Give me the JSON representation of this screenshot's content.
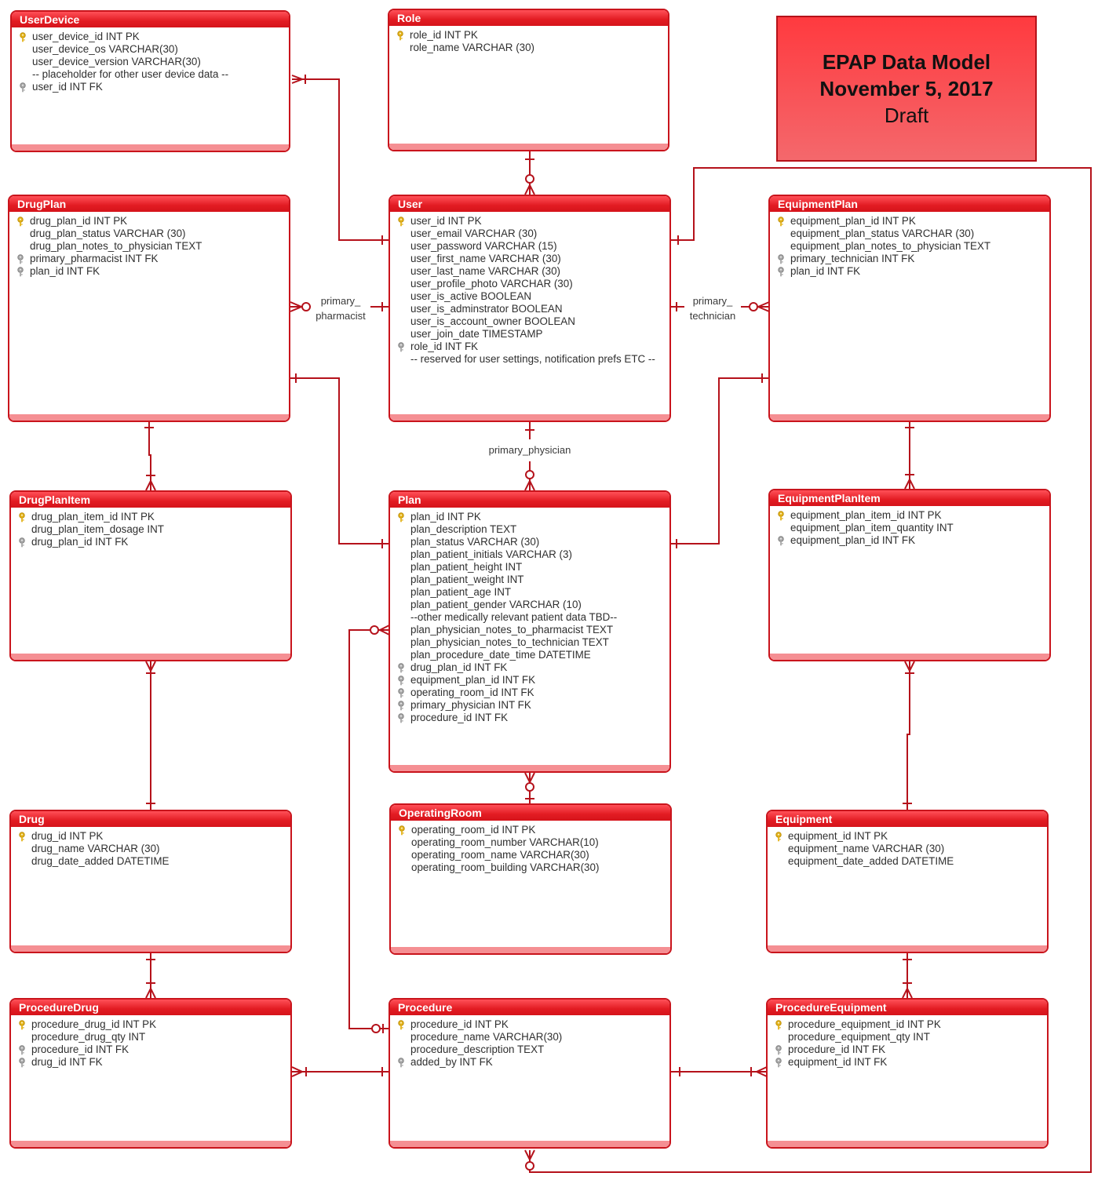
{
  "title": {
    "line1": "EPAP Data Model",
    "line2": "November 5, 2017",
    "line3": "Draft"
  },
  "relationship_labels": {
    "primary_pharmacist_1": "primary_",
    "primary_pharmacist_2": "pharmacist",
    "primary_technician_1": "primary_",
    "primary_technician_2": "technician",
    "primary_physician": "primary_physician"
  },
  "entities": {
    "userdevice": {
      "name": "UserDevice",
      "fields": [
        {
          "text": "user_device_id INT PK",
          "key": "pk"
        },
        {
          "text": "user_device_os VARCHAR(30)",
          "key": ""
        },
        {
          "text": "user_device_version VARCHAR(30)",
          "key": ""
        },
        {
          "text": "-- placeholder for other user device data --",
          "key": ""
        },
        {
          "text": "user_id INT FK",
          "key": "fk"
        }
      ]
    },
    "role": {
      "name": "Role",
      "fields": [
        {
          "text": "role_id INT PK",
          "key": "pk"
        },
        {
          "text": "role_name VARCHAR (30)",
          "key": ""
        }
      ]
    },
    "drugplan": {
      "name": "DrugPlan",
      "fields": [
        {
          "text": "drug_plan_id INT PK",
          "key": "pk"
        },
        {
          "text": "drug_plan_status VARCHAR (30)",
          "key": ""
        },
        {
          "text": "drug_plan_notes_to_physician TEXT",
          "key": ""
        },
        {
          "text": "primary_pharmacist INT FK",
          "key": "fk"
        },
        {
          "text": "plan_id INT FK",
          "key": "fk"
        }
      ]
    },
    "user": {
      "name": "User",
      "fields": [
        {
          "text": "user_id INT PK",
          "key": "pk"
        },
        {
          "text": "user_email VARCHAR (30)",
          "key": ""
        },
        {
          "text": "user_password VARCHAR (15)",
          "key": ""
        },
        {
          "text": "user_first_name VARCHAR (30)",
          "key": ""
        },
        {
          "text": "user_last_name VARCHAR (30)",
          "key": ""
        },
        {
          "text": "user_profile_photo VARCHAR (30)",
          "key": ""
        },
        {
          "text": "user_is_active BOOLEAN",
          "key": ""
        },
        {
          "text": "user_is_adminstrator BOOLEAN",
          "key": ""
        },
        {
          "text": "user_is_account_owner BOOLEAN",
          "key": ""
        },
        {
          "text": "user_join_date TIMESTAMP",
          "key": ""
        },
        {
          "text": "role_id INT FK",
          "key": "fk"
        },
        {
          "text": "-- reserved for user settings, notification prefs ETC --",
          "key": ""
        }
      ]
    },
    "equipmentplan": {
      "name": "EquipmentPlan",
      "fields": [
        {
          "text": "equipment_plan_id INT PK",
          "key": "pk"
        },
        {
          "text": "equipment_plan_status VARCHAR (30)",
          "key": ""
        },
        {
          "text": "equipment_plan_notes_to_physician TEXT",
          "key": ""
        },
        {
          "text": "primary_technician INT FK",
          "key": "fk"
        },
        {
          "text": "plan_id INT FK",
          "key": "fk"
        }
      ]
    },
    "drugplanitem": {
      "name": "DrugPlanItem",
      "fields": [
        {
          "text": "drug_plan_item_id INT PK",
          "key": "pk"
        },
        {
          "text": "drug_plan_item_dosage INT",
          "key": ""
        },
        {
          "text": "drug_plan_id INT FK",
          "key": "fk"
        }
      ]
    },
    "plan": {
      "name": "Plan",
      "fields": [
        {
          "text": "plan_id INT PK",
          "key": "pk"
        },
        {
          "text": "plan_description TEXT",
          "key": ""
        },
        {
          "text": "plan_status VARCHAR (30)",
          "key": ""
        },
        {
          "text": "plan_patient_initials VARCHAR (3)",
          "key": ""
        },
        {
          "text": "plan_patient_height INT",
          "key": ""
        },
        {
          "text": "plan_patient_weight INT",
          "key": ""
        },
        {
          "text": "plan_patient_age INT",
          "key": ""
        },
        {
          "text": "plan_patient_gender VARCHAR (10)",
          "key": ""
        },
        {
          "text": "--other medically relevant patient data TBD--",
          "key": ""
        },
        {
          "text": "plan_physician_notes_to_pharmacist TEXT",
          "key": ""
        },
        {
          "text": "plan_physician_notes_to_technician TEXT",
          "key": ""
        },
        {
          "text": "plan_procedure_date_time DATETIME",
          "key": ""
        },
        {
          "text": "drug_plan_id INT FK",
          "key": "fk"
        },
        {
          "text": "equipment_plan_id INT FK",
          "key": "fk"
        },
        {
          "text": "operating_room_id INT FK",
          "key": "fk"
        },
        {
          "text": "primary_physician INT FK",
          "key": "fk"
        },
        {
          "text": "procedure_id INT FK",
          "key": "fk"
        }
      ]
    },
    "equipmentplanitem": {
      "name": "EquipmentPlanItem",
      "fields": [
        {
          "text": "equipment_plan_item_id INT PK",
          "key": "pk"
        },
        {
          "text": "equipment_plan_item_quantity INT",
          "key": ""
        },
        {
          "text": "equipment_plan_id INT FK",
          "key": "fk"
        }
      ]
    },
    "drug": {
      "name": "Drug",
      "fields": [
        {
          "text": "drug_id INT PK",
          "key": "pk"
        },
        {
          "text": "drug_name VARCHAR (30)",
          "key": ""
        },
        {
          "text": "drug_date_added DATETIME",
          "key": ""
        }
      ]
    },
    "operatingroom": {
      "name": "OperatingRoom",
      "fields": [
        {
          "text": "operating_room_id INT PK",
          "key": "pk"
        },
        {
          "text": "operating_room_number VARCHAR(10)",
          "key": ""
        },
        {
          "text": "operating_room_name VARCHAR(30)",
          "key": ""
        },
        {
          "text": "operating_room_building VARCHAR(30)",
          "key": ""
        }
      ]
    },
    "equipment": {
      "name": "Equipment",
      "fields": [
        {
          "text": "equipment_id INT PK",
          "key": "pk"
        },
        {
          "text": "equipment_name VARCHAR (30)",
          "key": ""
        },
        {
          "text": "equipment_date_added DATETIME",
          "key": ""
        }
      ]
    },
    "proceduredrug": {
      "name": "ProcedureDrug",
      "fields": [
        {
          "text": "procedure_drug_id INT PK",
          "key": "pk"
        },
        {
          "text": "procedure_drug_qty INT",
          "key": ""
        },
        {
          "text": "procedure_id INT FK",
          "key": "fk"
        },
        {
          "text": "drug_id INT FK",
          "key": "fk"
        }
      ]
    },
    "procedure": {
      "name": "Procedure",
      "fields": [
        {
          "text": "procedure_id INT PK",
          "key": "pk"
        },
        {
          "text": "procedure_name VARCHAR(30)",
          "key": ""
        },
        {
          "text": "procedure_description TEXT",
          "key": ""
        },
        {
          "text": "added_by INT FK",
          "key": "fk"
        }
      ]
    },
    "procedureequipment": {
      "name": "ProcedureEquipment",
      "fields": [
        {
          "text": "procedure_equipment_id INT PK",
          "key": "pk"
        },
        {
          "text": "procedure_equipment_qty INT",
          "key": ""
        },
        {
          "text": "procedure_id INT FK",
          "key": "fk"
        },
        {
          "text": "equipment_id INT FK",
          "key": "fk"
        }
      ]
    }
  },
  "colors": {
    "entity_border": "#c9141c",
    "connector": "#b5121b",
    "pk_key": "#e3b21a",
    "fk_key": "#9a9a9a"
  }
}
